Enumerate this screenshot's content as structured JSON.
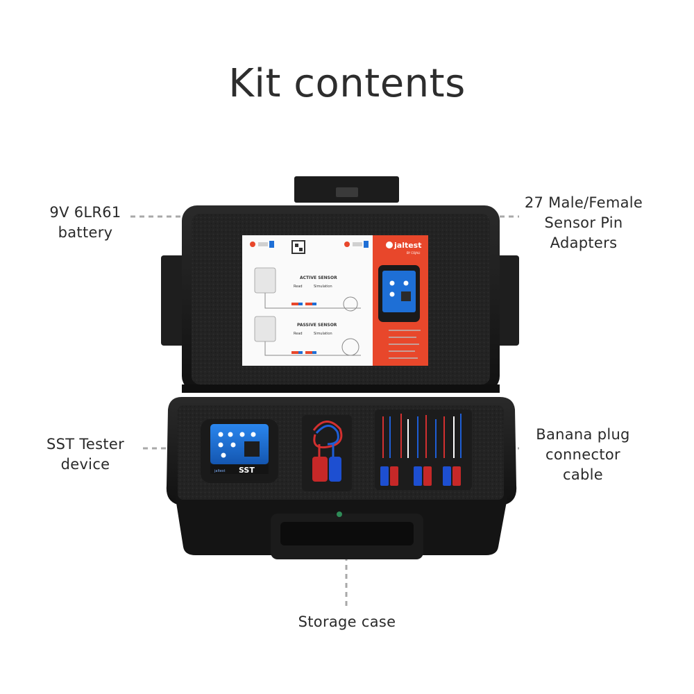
{
  "title": "Kit contents",
  "callouts": {
    "battery": {
      "line1": "9V 6LR61",
      "line2": "battery"
    },
    "adapters": {
      "line1": "27 Male/Female",
      "line2": "Sensor Pin",
      "line3": "Adapters"
    },
    "tester": {
      "line1": "SST Tester",
      "line2": "device"
    },
    "banana": {
      "line1": "Banana plug",
      "line2": "connector",
      "line3": "cable"
    },
    "case": {
      "line1": "Storage case"
    }
  },
  "insert_card": {
    "brand": "jaltest",
    "sub_brand": "BY COJALI",
    "active_heading": "ACTIVE SENSOR",
    "passive_heading": "PASSIVE SENSOR",
    "read_label": "Read",
    "simulation_label": "Simulation"
  },
  "device": {
    "model": "SST",
    "brand": "jaltest"
  },
  "colors": {
    "accent": "#e8472b",
    "device_blue": "#1e6fd6",
    "case": "#1a1a1a",
    "leader": "#a8a8a8"
  }
}
